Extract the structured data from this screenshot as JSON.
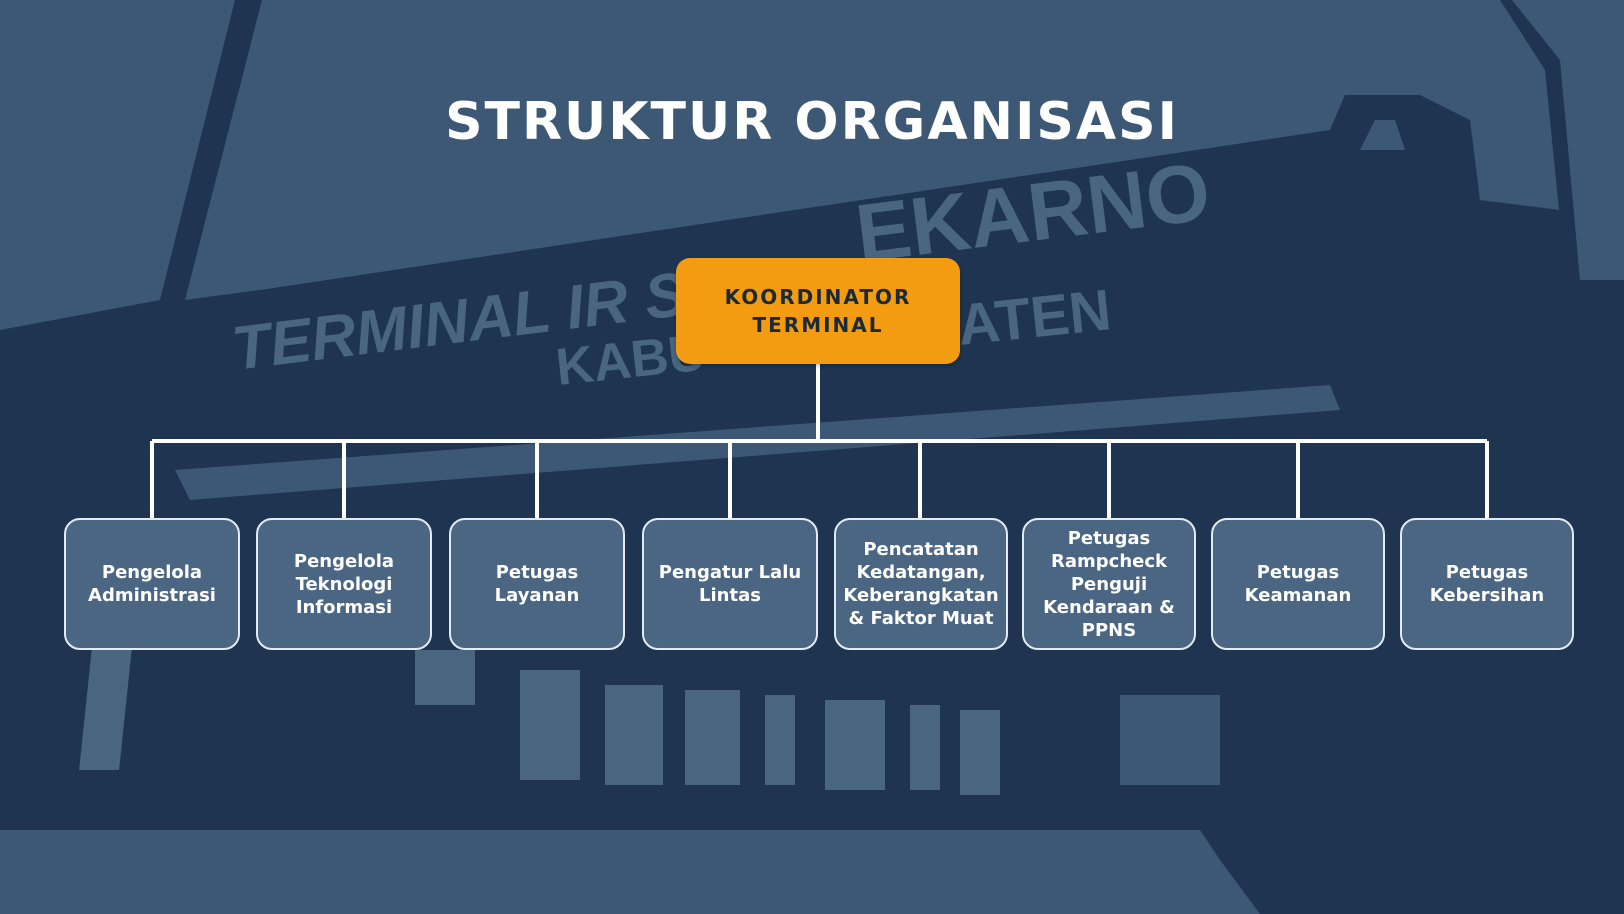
{
  "slide": {
    "title": "STRUKTUR ORGANISASI",
    "background_photo_text": {
      "line1": "TERMINAL IR S",
      "line1b": "EKARNO",
      "line2a": "KABU",
      "line2b": "ATEN"
    }
  },
  "org_chart": {
    "root": {
      "label": "KOORDINATOR\nTERMINAL",
      "color": "#f39c12"
    },
    "children": [
      {
        "label": "Pengelola Administrasi"
      },
      {
        "label": "Pengelola Teknologi Informasi"
      },
      {
        "label": "Petugas Layanan"
      },
      {
        "label": "Pengatur Lalu Lintas"
      },
      {
        "label": "Pencatatan Kedatangan, Keberangkatan & Faktor Muat"
      },
      {
        "label": "Petugas Rampcheck Penguji Kendaraan & PPNS"
      },
      {
        "label": "Petugas Keamanan"
      },
      {
        "label": "Petugas Kebersihan"
      }
    ]
  },
  "colors": {
    "background": "#3d5874",
    "silhouette": "#1e3450",
    "box_fill": "#4a6683",
    "box_border": "#e3ebf2",
    "connector": "#ffffff"
  }
}
